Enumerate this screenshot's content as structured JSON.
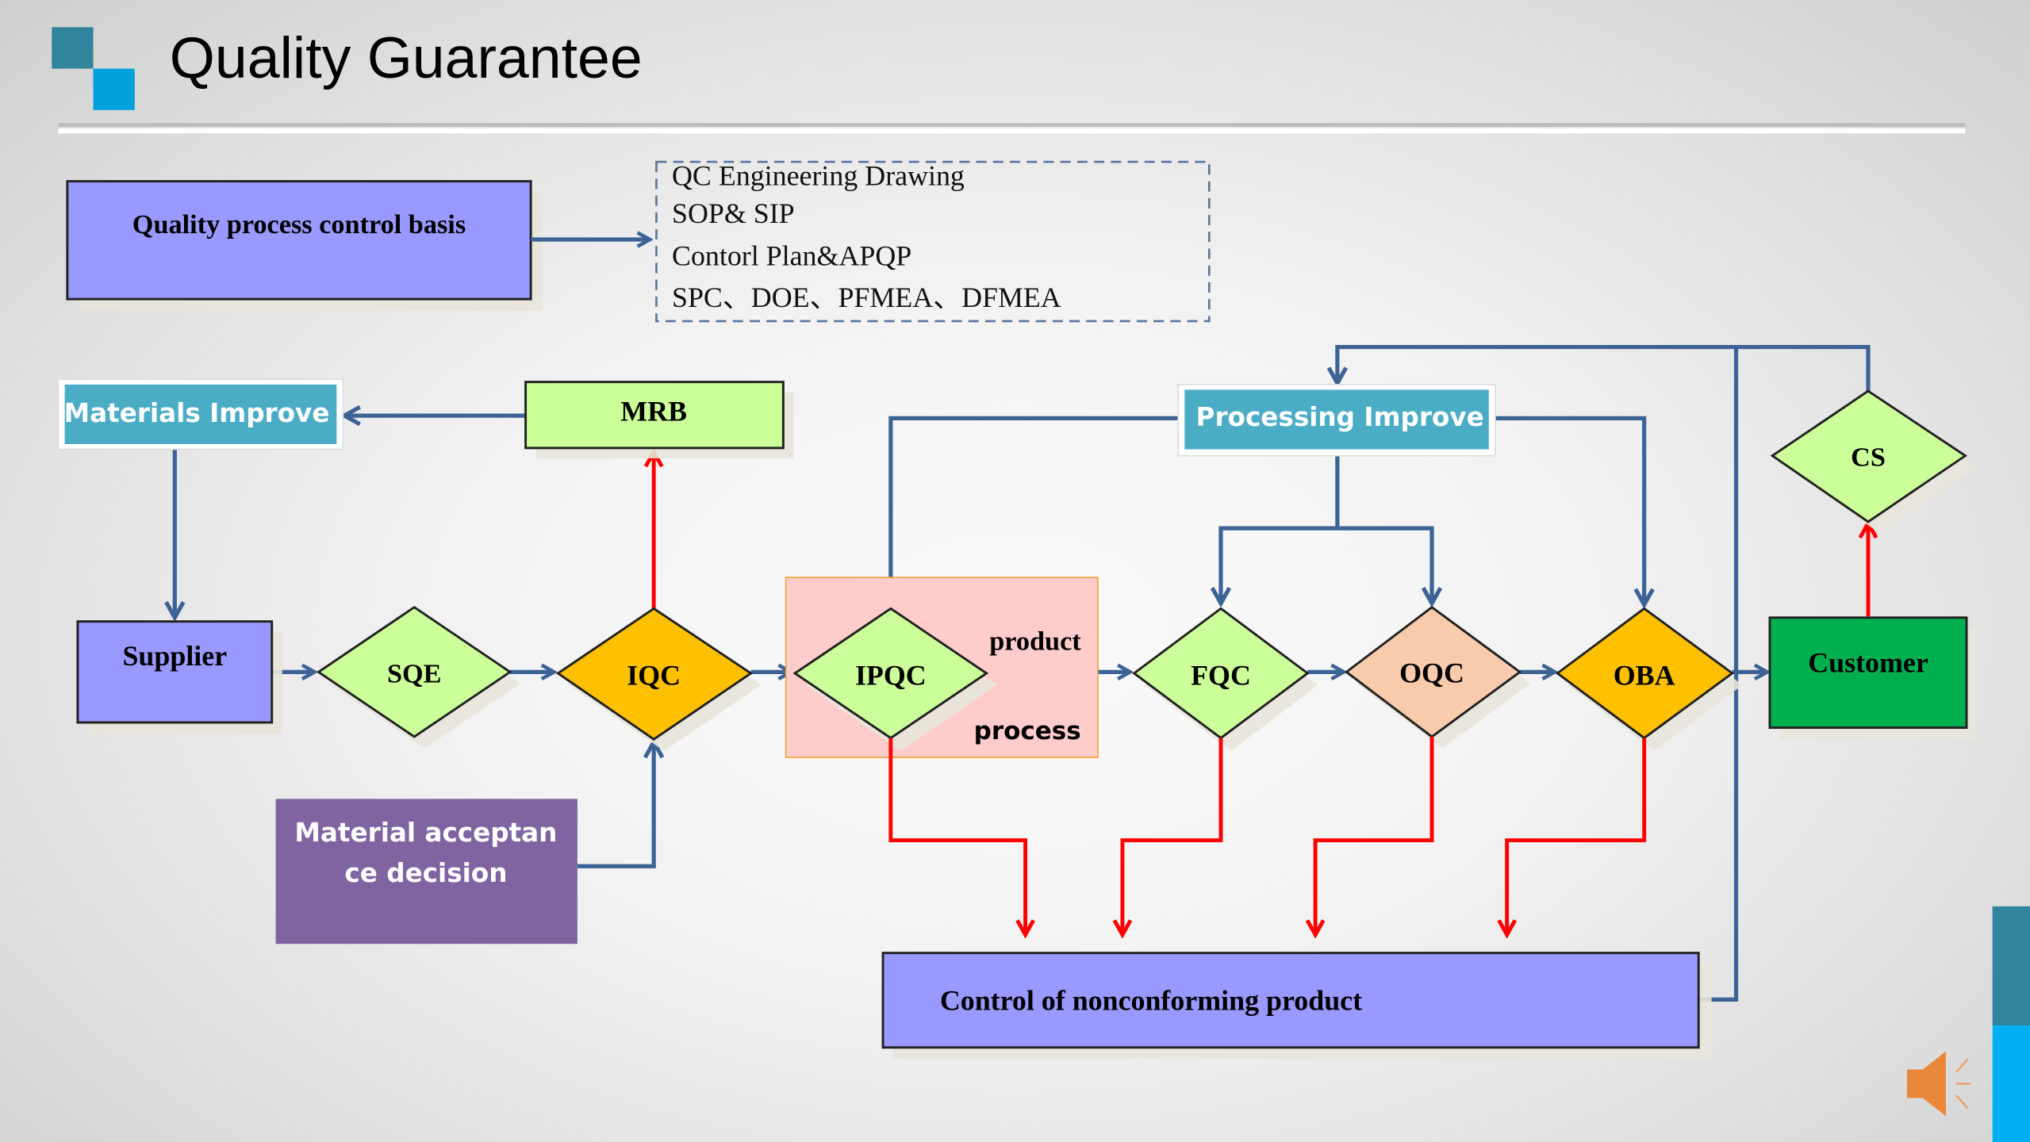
{
  "slide": {
    "title": "Quality Guarantee"
  },
  "basis": {
    "box_label": "Quality process control basis",
    "items": [
      "QC Engineering Drawing",
      "SOP& SIP",
      "Contorl Plan&APQP",
      "SPC、DOE、PFMEA、DFMEA"
    ]
  },
  "nodes": {
    "materials_improve": "Materials Improve",
    "mrb": "MRB",
    "processing_improve": "Processing Improve",
    "cs": "CS",
    "supplier": "Supplier",
    "sqe": "SQE",
    "iqc": "IQC",
    "ipqc": "IPQC",
    "ipqc_top_note": "product",
    "ipqc_bottom_note": "process",
    "fqc": "FQC",
    "oqc": "OQC",
    "oba": "OBA",
    "customer": "Customer",
    "material_acceptance_line1": "Material acceptan",
    "material_acceptance_line2": "ce decision",
    "nonconforming": "Control of nonconforming product"
  },
  "colors": {
    "purple_box": "#9999ff",
    "light_green": "#ccff99",
    "amber": "#ffc000",
    "peach": "#f8cbad",
    "customer_green": "#00b050",
    "teal_box": "#4bacc6",
    "violet_box": "#8064a2",
    "pink_region": "#ffcccc",
    "flow_blue": "#3d6396",
    "reject_red": "#ff0000",
    "accent_teal": "#31849b",
    "accent_blue": "#00b0f0",
    "speaker_orange": "#e9883a"
  },
  "icons": {
    "speaker": "speaker-icon"
  }
}
